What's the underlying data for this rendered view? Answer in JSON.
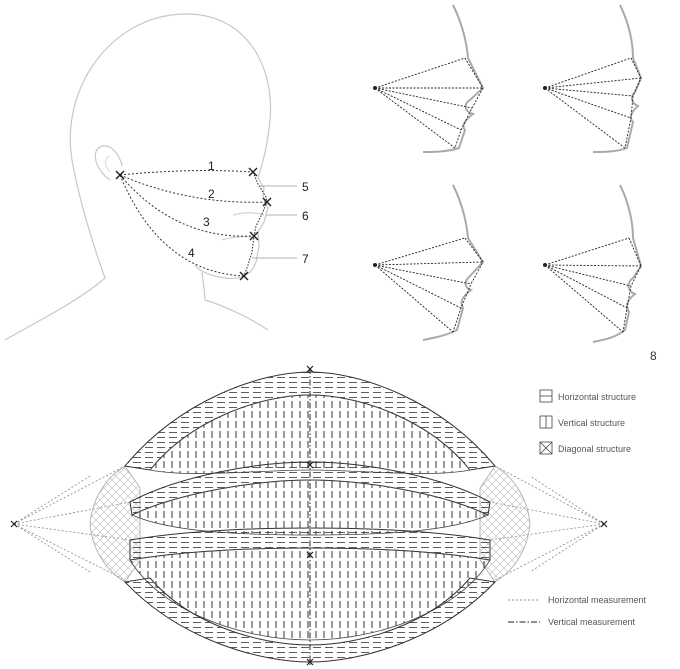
{
  "head_diagram": {
    "line_numbers": [
      "1",
      "2",
      "3",
      "4"
    ],
    "point_numbers": [
      "5",
      "6",
      "7"
    ]
  },
  "page_number": "8",
  "legend": {
    "horizontal_structure": "Horizontal structure",
    "vertical_structure": "Vertical structure",
    "diagonal_structure": "Diagonal structure",
    "horizontal_measurement": "Horizontal measurement",
    "vertical_measurement": "Vertical measurement"
  }
}
